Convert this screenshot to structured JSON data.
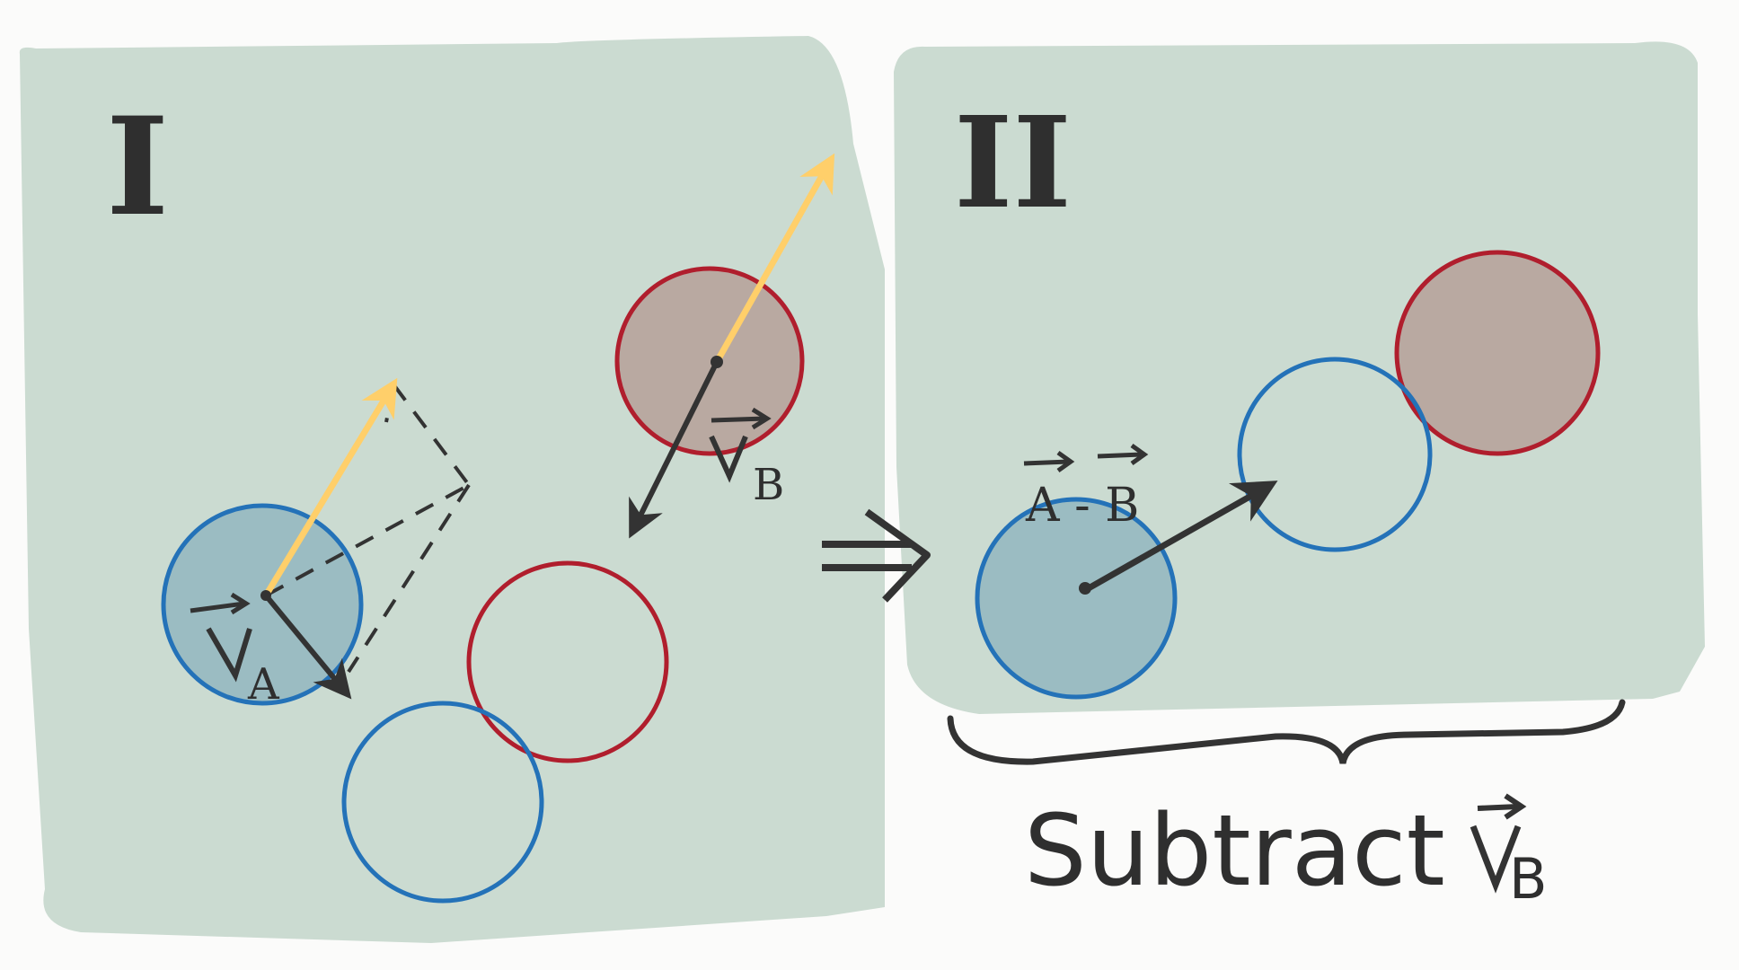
{
  "panel_i": {
    "label": "I",
    "circle_a_label": "A",
    "circle_b_label": "B"
  },
  "transition_symbol": "⇒",
  "panel_ii": {
    "label": "II",
    "relative_label": "A - B",
    "caption": "Subtract",
    "caption_vector": "B"
  },
  "colors": {
    "panel_fill": "#cbdbd1",
    "blue_outline": "#2472b8",
    "blue_fill": "#9bbcc2",
    "red_outline": "#b01e2d",
    "red_fill": "#b9a9a1",
    "velocity_arrow": "#ffcf6a",
    "ink": "#333333"
  },
  "icons": {
    "transition": "double-arrow-right-icon",
    "brace": "curly-brace-icon"
  }
}
